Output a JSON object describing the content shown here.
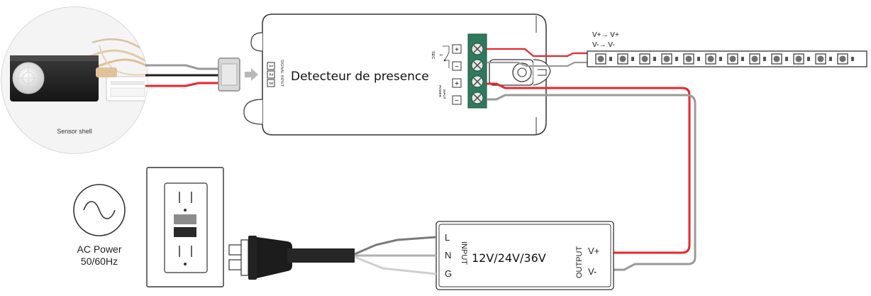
{
  "sensor": {
    "caption": "Sensor shell"
  },
  "detector": {
    "title": "Detecteur de presence",
    "signal_input_label": "SIGNAL INPUT",
    "signal_pins": [
      "1",
      "2",
      "3"
    ],
    "sec_label": "SEC",
    "sec_pin": "1",
    "input_label": "INPUT",
    "power_label": "POWER",
    "terminal_signs": [
      "+",
      "−",
      "+",
      "−"
    ]
  },
  "led_strip": {
    "legend_line1": "V+→ V+",
    "legend_line2": "V-→ V-"
  },
  "ac_power": {
    "label_line1": "AC Power",
    "label_line2": "50/60Hz"
  },
  "power_supply": {
    "voltage": "12V/24V/36V",
    "input_label": "INPUT",
    "output_label": "OUTPUT",
    "input_terminals": [
      "L",
      "N",
      "G"
    ],
    "output_terminals": [
      "V+",
      "V-"
    ]
  },
  "colors": {
    "wire_red": "#e8262b",
    "wire_grey": "#9a9a9a",
    "wire_black": "#222222",
    "terminal_green": "#2f7a5c",
    "outline": "#333333"
  }
}
